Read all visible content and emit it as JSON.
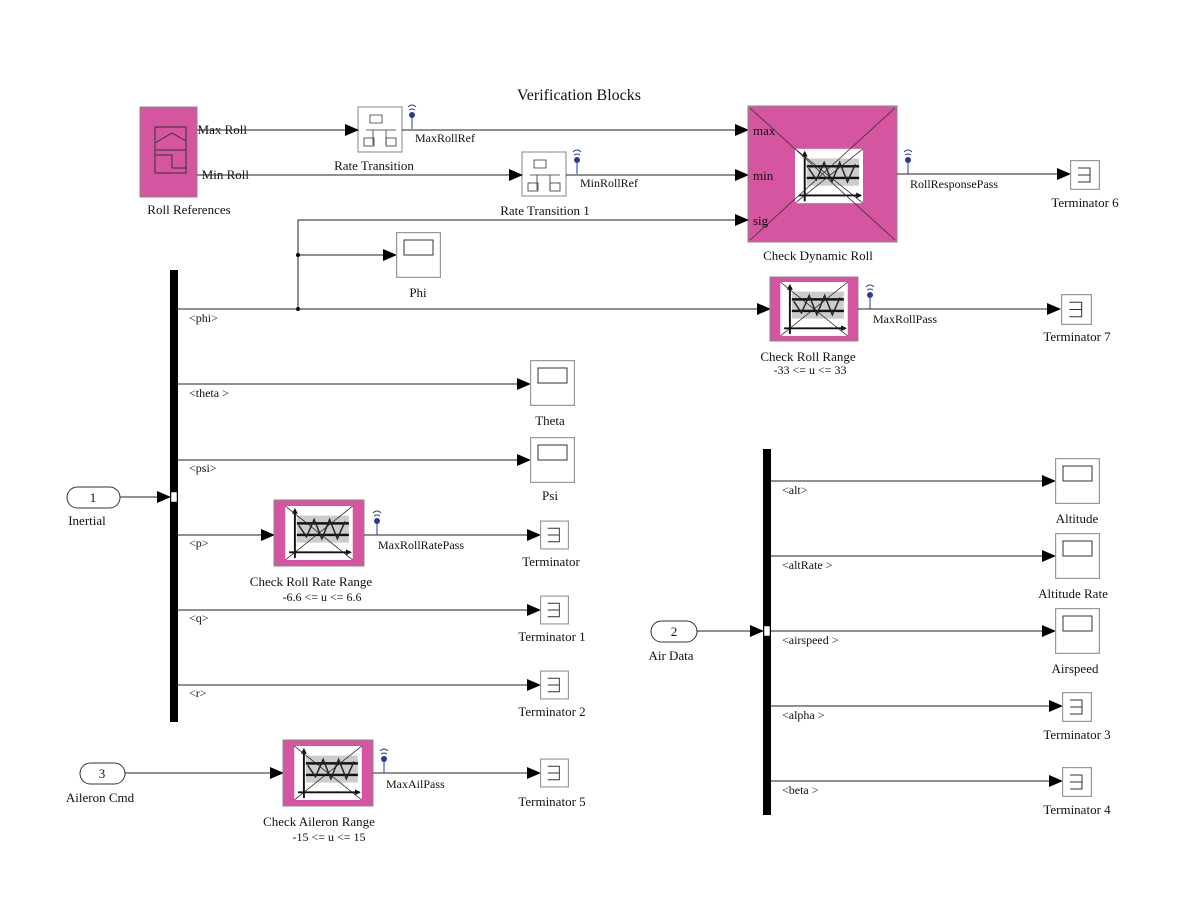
{
  "title": "Verification Blocks",
  "colors": {
    "assertion_block": "#d655a0",
    "signal_tag": "#2a3a9a"
  },
  "blocks": {
    "roll_references": {
      "label": "Roll References",
      "ports": [
        "Max Roll",
        "Min Roll"
      ]
    },
    "rate_transition": {
      "label": "Rate Transition"
    },
    "rate_transition_1": {
      "label": "Rate Transition   1"
    },
    "check_dynamic_roll": {
      "label": "Check Dynamic Roll",
      "ports": [
        "max",
        "min",
        "sig"
      ]
    },
    "terminator_6": {
      "label": "Terminator  6"
    },
    "phi_scope": {
      "label": "Phi"
    },
    "check_roll_range": {
      "label": "Check Roll Range",
      "condition": "-33  <= u <= 33"
    },
    "terminator_7": {
      "label": "Terminator  7"
    },
    "theta_scope": {
      "label": "Theta"
    },
    "psi_scope": {
      "label": "Psi"
    },
    "check_roll_rate_range": {
      "label": "Check Roll Rate Range",
      "condition": "-6.6  <= u <= 6.6"
    },
    "terminator": {
      "label": "Terminator"
    },
    "terminator_1": {
      "label": "Terminator  1"
    },
    "terminator_2": {
      "label": "Terminator  2"
    },
    "check_aileron_range": {
      "label": "Check Aileron Range",
      "condition": "-15  <= u <= 15"
    },
    "terminator_5": {
      "label": "Terminator  5"
    },
    "altitude_scope": {
      "label": "Altitude"
    },
    "altitude_rate_scope": {
      "label": "Altitude Rate"
    },
    "airspeed_scope": {
      "label": "Airspeed"
    },
    "terminator_3": {
      "label": "Terminator  3"
    },
    "terminator_4": {
      "label": "Terminator  4"
    }
  },
  "inports": [
    {
      "number": "1",
      "label": "Inertial"
    },
    {
      "number": "2",
      "label": "Air Data"
    },
    {
      "number": "3",
      "label": "Aileron Cmd"
    }
  ],
  "signals": {
    "max_roll_ref": "MaxRollRef",
    "min_roll_ref": "MinRollRef",
    "roll_response_pass": "RollResponsePass",
    "max_roll_pass": "MaxRollPass",
    "max_roll_rate_pass": "MaxRollRatePass",
    "max_ail_pass": "MaxAilPass"
  },
  "inertial_bus": [
    "<phi>",
    "<theta >",
    "<psi>",
    "<p>",
    "<q>",
    "<r>"
  ],
  "air_data_bus": [
    "<alt>",
    "<altRate >",
    "<airspeed  >",
    "<alpha >",
    "<beta >"
  ]
}
